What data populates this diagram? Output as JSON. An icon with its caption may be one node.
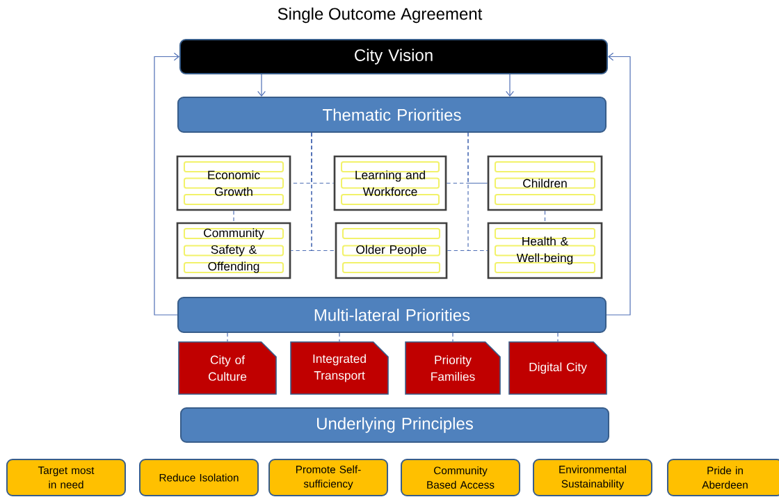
{
  "diagram": {
    "title": "Single Outcome Agreement",
    "nodes": [
      {
        "text": [
          "City Vision"
        ]
      },
      {
        "text": [
          "Thematic Priorities"
        ]
      },
      {
        "text": [
          "Economic Growth"
        ]
      },
      {
        "text": [
          "Learning and Workforce"
        ]
      },
      {
        "text": [
          "Children"
        ]
      },
      {
        "text": [
          "Community Safety & Offending"
        ]
      },
      {
        "text": [
          "Older People"
        ]
      },
      {
        "text": [
          "Health & Well-being"
        ]
      },
      {
        "text": [
          "Multi-lateral Priorities"
        ]
      },
      {
        "text": [
          "City of Culture"
        ]
      },
      {
        "text": [
          "Integrated Transport"
        ]
      },
      {
        "text": [
          "Priority Families"
        ]
      },
      {
        "text": [
          "Digital City"
        ]
      },
      {
        "text": [
          "Underlying Principles"
        ]
      },
      {
        "text": [
          "Target most in need"
        ]
      },
      {
        "text": [
          "Reduce Isolation"
        ]
      },
      {
        "text": [
          "Promote Self-sufficiency"
        ]
      },
      {
        "text": [
          "Community Based Access"
        ]
      },
      {
        "text": [
          "Environmental Sustainability"
        ]
      },
      {
        "text": [
          "Pride in Aberdeen"
        ]
      }
    ],
    "edges": [
      {
        "from": 0,
        "to": 1,
        "arrow": "to"
      },
      {
        "from": 0,
        "to": 1,
        "arrow": "to"
      },
      {
        "from": 8,
        "to": 0,
        "arrow": "to"
      },
      {
        "from": 8,
        "to": 0,
        "arrow": "to"
      },
      {
        "from": 1,
        "to": 2,
        "arrow": "none",
        "style": "dashed"
      },
      {
        "from": 1,
        "to": 3,
        "arrow": "none",
        "style": "dashed"
      },
      {
        "from": 1,
        "to": 5,
        "arrow": "none",
        "style": "dashed"
      },
      {
        "from": 1,
        "to": 6,
        "arrow": "none",
        "style": "dashed"
      },
      {
        "from": 1,
        "to": 4,
        "arrow": "none",
        "style": "dashed"
      },
      {
        "from": 1,
        "to": 7,
        "arrow": "none",
        "style": "dashed"
      },
      {
        "from": 3,
        "to": 4,
        "arrow": "none",
        "style": "dashed"
      },
      {
        "from": 6,
        "to": 7,
        "arrow": "none",
        "style": "dashed"
      },
      {
        "from": 2,
        "to": 5,
        "arrow": "none",
        "style": "dashed"
      },
      {
        "from": 4,
        "to": 7,
        "arrow": "none",
        "style": "dashed"
      },
      {
        "from": 8,
        "to": 9,
        "arrow": "none",
        "style": "dashed"
      },
      {
        "from": 8,
        "to": 10,
        "arrow": "none",
        "style": "dashed"
      },
      {
        "from": 8,
        "to": 11,
        "arrow": "none",
        "style": "dashed"
      },
      {
        "from": 8,
        "to": 12,
        "arrow": "none",
        "style": "dashed"
      }
    ]
  }
}
